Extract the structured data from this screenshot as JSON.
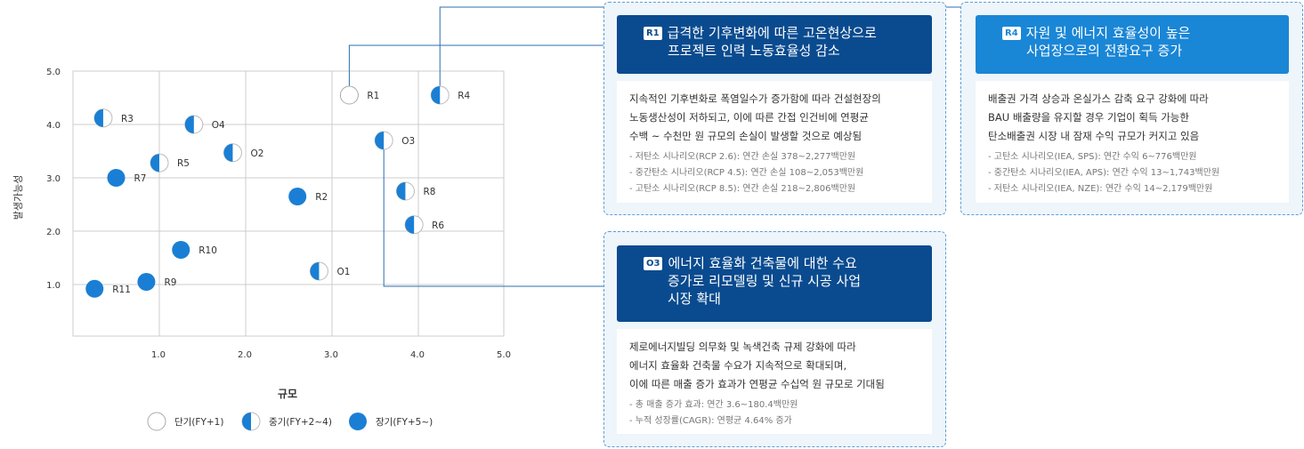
{
  "chart_data": {
    "type": "scatter",
    "xlabel": "규모",
    "ylabel": "발생가능성",
    "xlim": [
      0,
      5.0
    ],
    "ylim": [
      0,
      5.0
    ],
    "x_ticks": [
      "1.0",
      "2.0",
      "3.0",
      "4.0",
      "5.0"
    ],
    "y_ticks": [
      "1.0",
      "2.0",
      "3.0",
      "4.0",
      "5.0"
    ],
    "grid": true,
    "legend": [
      {
        "label": "단기(FY+1)",
        "term": "short"
      },
      {
        "label": "중기(FY+2~4)",
        "term": "mid"
      },
      {
        "label": "장기(FY+5~)",
        "term": "long"
      }
    ],
    "points": [
      {
        "label": "R1",
        "x": 3.2,
        "y": 4.55,
        "term": "short"
      },
      {
        "label": "R4",
        "x": 4.25,
        "y": 4.55,
        "term": "mid"
      },
      {
        "label": "R3",
        "x": 0.35,
        "y": 4.12,
        "term": "mid"
      },
      {
        "label": "O4",
        "x": 1.4,
        "y": 4.0,
        "term": "mid"
      },
      {
        "label": "O3",
        "x": 3.6,
        "y": 3.7,
        "term": "mid"
      },
      {
        "label": "O2",
        "x": 1.85,
        "y": 3.47,
        "term": "mid"
      },
      {
        "label": "R5",
        "x": 1.0,
        "y": 3.28,
        "term": "mid"
      },
      {
        "label": "R7",
        "x": 0.5,
        "y": 3.0,
        "term": "long"
      },
      {
        "label": "R8",
        "x": 3.85,
        "y": 2.75,
        "term": "mid"
      },
      {
        "label": "R2",
        "x": 2.6,
        "y": 2.65,
        "term": "long"
      },
      {
        "label": "R6",
        "x": 3.95,
        "y": 2.12,
        "term": "mid"
      },
      {
        "label": "R10",
        "x": 1.25,
        "y": 1.65,
        "term": "long"
      },
      {
        "label": "O1",
        "x": 2.85,
        "y": 1.25,
        "term": "mid"
      },
      {
        "label": "R9",
        "x": 0.85,
        "y": 1.05,
        "term": "long"
      },
      {
        "label": "R11",
        "x": 0.25,
        "y": 0.92,
        "term": "long"
      }
    ]
  },
  "colors": {
    "point": "#1a7fd4",
    "grid": "#cccccc",
    "dark_header": "#0a4b8f",
    "light_header": "#1a86d6"
  },
  "cards": {
    "r1": {
      "badge": "R1",
      "title_1": "급격한 기후변화에 따른 고온현상으로",
      "title_2": "프로젝트 인력 노동효율성 감소",
      "desc_1": "지속적인 기후변화로 폭염일수가 증가함에 따라 건설현장의",
      "desc_2": "노동생산성이 저하되고, 이에 따른 간접 인건비에 연평균",
      "desc_3": "수백 ~ 수천만 원 규모의 손실이 발생할 것으로 예상됨",
      "bullet_1": "- 저탄소 시나리오(RCP 2.6): 연간 손실 378~2,277백만원",
      "bullet_2": "- 중간탄소 시나리오(RCP 4.5): 연간 손실 108~2,053백만원",
      "bullet_3": "- 고탄소 시나리오(RCP 8.5): 연간 손실 218~2,806백만원"
    },
    "r4": {
      "badge": "R4",
      "title_1": "자원 및 에너지 효율성이 높은",
      "title_2": "사업장으로의 전환요구 증가",
      "desc_1": "배출권 가격 상승과 온실가스 감축 요구 강화에 따라",
      "desc_2": "BAU 배출량을 유지할 경우 기업이 획득 가능한",
      "desc_3": "탄소배출권 시장 내 잠재 수익 규모가 커지고 있음",
      "bullet_1": "- 고탄소 시나리오(IEA, SPS): 연간 수익 6~776백만원",
      "bullet_2": "- 중간탄소 시나리오(IEA, APS): 연간 수익 13~1,743백만원",
      "bullet_3": "- 저탄소 시나리오(IEA, NZE): 연간 수익 14~2,179백만원"
    },
    "o3": {
      "badge": "O3",
      "title_1": "에너지 효율화 건축물에 대한 수요",
      "title_2": "증가로 리모델링 및 신규 시공 사업",
      "title_3": "시장 확대",
      "desc_1": "제로에너지빌딩 의무화 및 녹색건축 규제 강화에 따라",
      "desc_2": "에너지 효율화 건축물 수요가 지속적으로 확대되며,",
      "desc_3": "이에 따른 매출 증가 효과가 연평균 수십억 원 규모로 기대됨",
      "bullet_1": "- 총 매출 증가 효과: 연간 3.6~180.4백만원",
      "bullet_2": "- 누적 성장률(CAGR): 연평균 4.64% 증가"
    }
  }
}
